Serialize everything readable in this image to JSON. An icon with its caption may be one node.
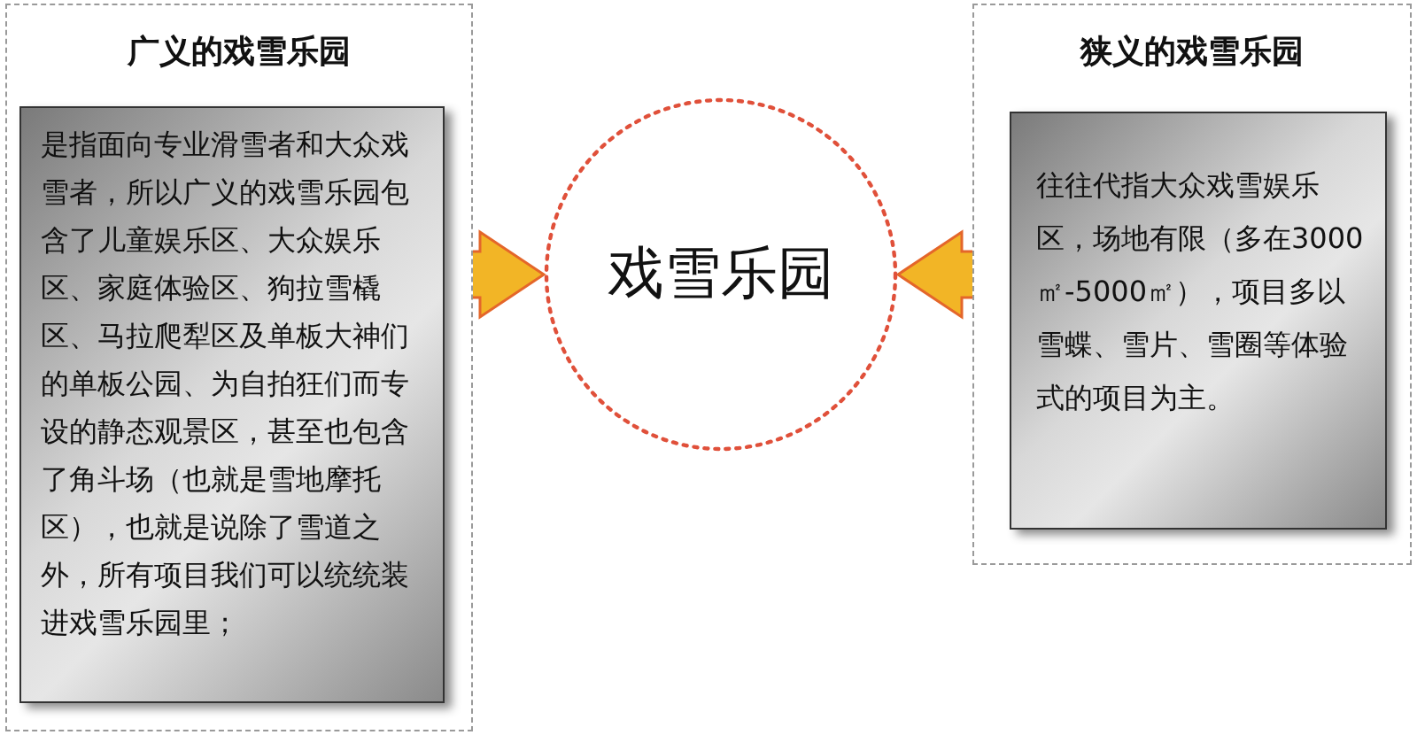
{
  "diagram": {
    "nodes": [
      {
        "text": [
          "广义的戏雪乐园"
        ]
      },
      {
        "text": [
          "是指面向专业滑雪者和大众戏雪者，所以广义的戏雪乐园包含了儿童娱乐区、大众娱乐区、家庭体验区、狗拉雪橇区、马拉爬犁区及单板大神们的单板公园、为自拍狂们而专设的静态观景区，甚至也包含了角斗场（也就是雪地摩托区），也就是说除了雪道之外，所有项目我们可以统统装进戏雪乐园里；"
        ],
        "in": 0
      },
      {
        "text": [
          "戏雪乐园"
        ]
      },
      {
        "text": [
          "狭义的戏雪乐园"
        ]
      },
      {
        "text": [
          "往往代指大众戏雪娱乐区，场地有限（多在3000㎡-5000㎡），项目多以雪蝶、雪片、雪圈等体验式的项目为主。"
        ],
        "in": 3
      }
    ],
    "edges": [
      {
        "from": 1,
        "to": 2,
        "arrow": "to",
        "style": "thick"
      },
      {
        "from": 4,
        "to": 2,
        "arrow": "to",
        "style": "thick"
      }
    ]
  }
}
